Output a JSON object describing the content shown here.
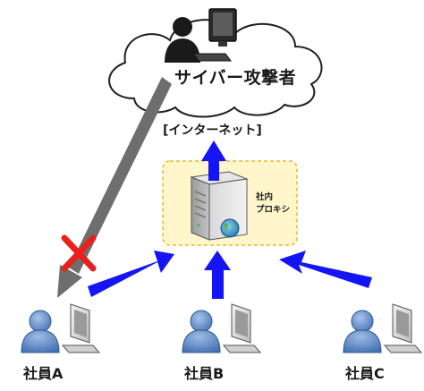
{
  "attacker": {
    "label": "サイバー攻撃者"
  },
  "internet": {
    "label": "[インターネット]"
  },
  "proxy": {
    "label_line1": "社内",
    "label_line2": "プロキシ"
  },
  "employees": [
    {
      "label": "社員A"
    },
    {
      "label": "社員B"
    },
    {
      "label": "社員C"
    }
  ],
  "colors": {
    "request_arrow": "#1414f5",
    "attack_arrow": "#6e6e6e",
    "blocked_mark": "#e8211c",
    "proxy_zone_fill": "#fff6cc",
    "proxy_zone_border": "#e8b830",
    "person": "#5a86c4"
  }
}
